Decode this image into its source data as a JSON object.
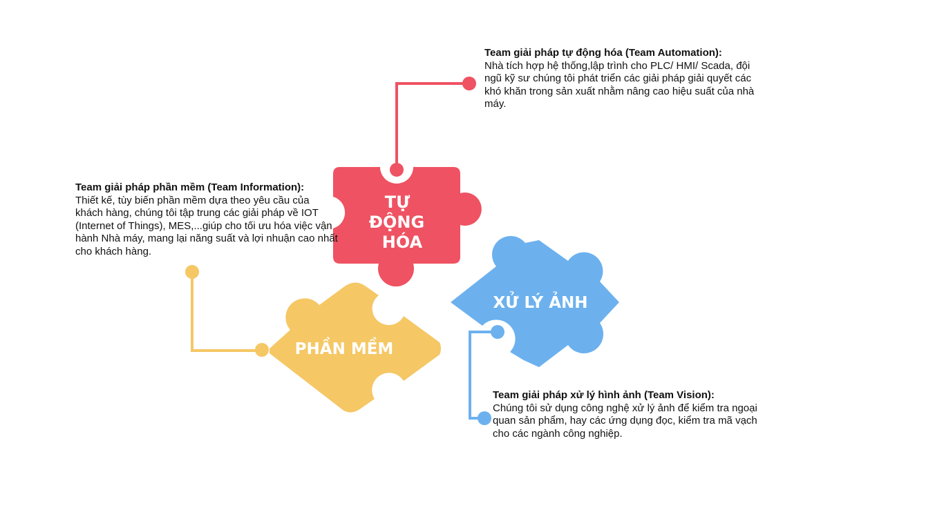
{
  "pieces": {
    "automation": {
      "label_lines": [
        "TỰ",
        "ĐỘNG",
        "HÓA"
      ],
      "color": "#ef5262"
    },
    "software": {
      "label": "PHẦN MỀM",
      "color": "#f5c765"
    },
    "vision": {
      "label": "XỬ LÝ ẢNH",
      "color": "#6cb1ee"
    }
  },
  "descriptions": {
    "automation": {
      "title": "Team giải pháp tự động hóa (Team Automation):",
      "body": "Nhà tích hợp hệ thống,lập trình cho PLC/ HMI/ Scada, đội ngũ kỹ sư chúng tôi phát triển các giải pháp giải quyết các khó khăn trong sản xuất nhằm nâng cao hiệu suất của nhà máy."
    },
    "software": {
      "title": "Team giải pháp phần mềm (Team Information):",
      "body": "Thiết kế, tùy biến phần mềm dựa theo yêu cầu của khách hàng, chúng tôi tập trung các giải pháp về IOT (Internet of Things), MES,...giúp cho tối ưu hóa việc vận hành Nhà máy, mang lại năng suất và lợi nhuận cao nhất cho khách hàng."
    },
    "vision": {
      "title": "Team giải pháp xử lý hình ảnh (Team Vision):",
      "body": "Chúng tôi sử dụng công nghệ xử lý ảnh để kiểm tra ngoại quan sản phẩm, hay các ứng dụng đọc, kiểm tra mã vạch cho các ngành công nghiệp."
    }
  }
}
